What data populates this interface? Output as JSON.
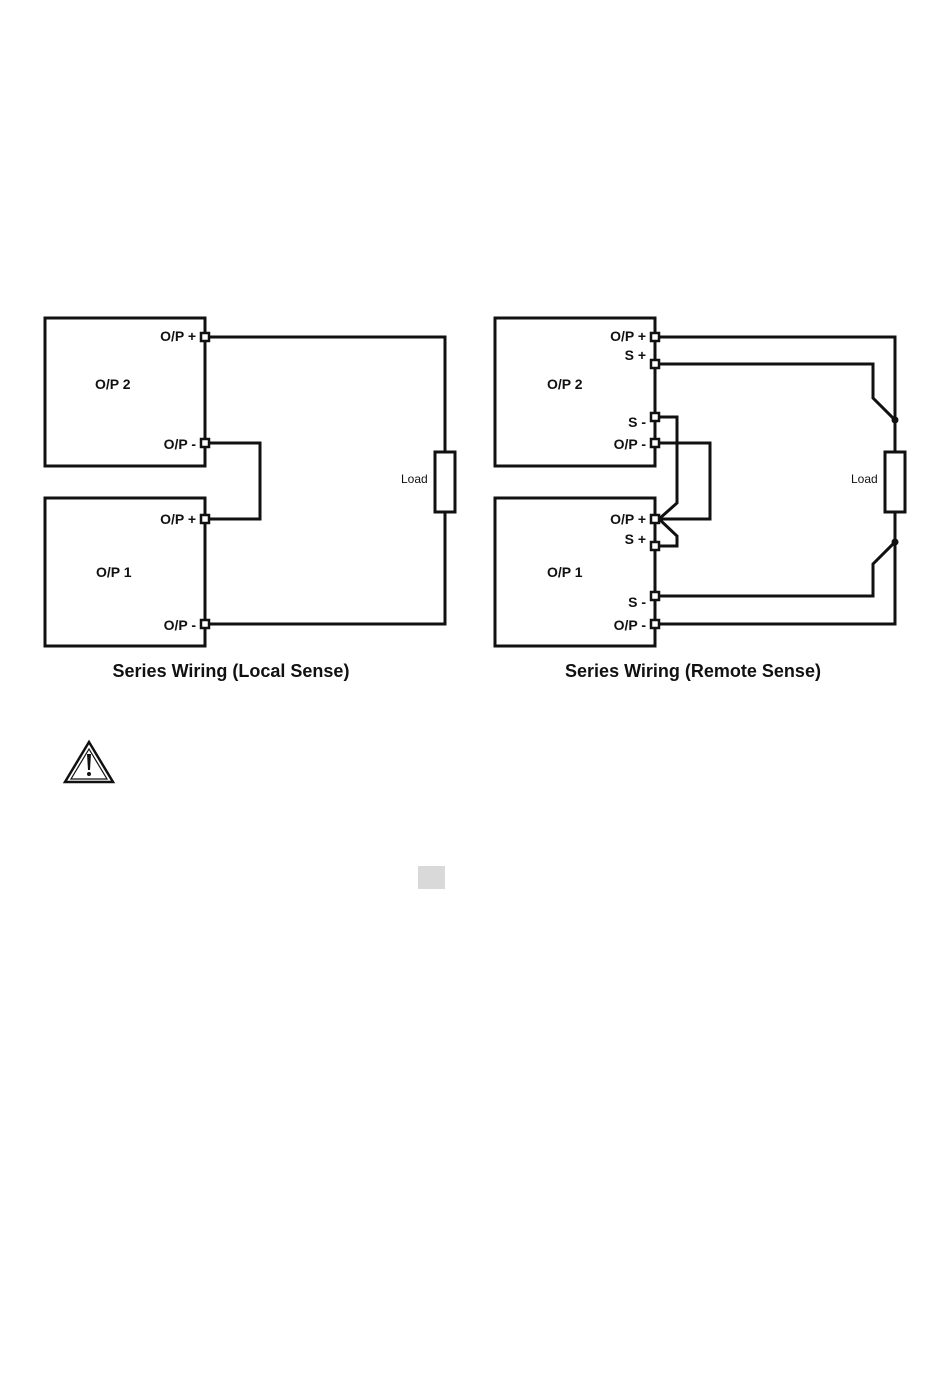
{
  "local_sense": {
    "caption": "Series Wiring (Local Sense)",
    "upper_block": "O/P 2",
    "lower_block": "O/P 1",
    "terminals": {
      "upper_pos": "O/P +",
      "upper_neg": "O/P -",
      "lower_pos": "O/P +",
      "lower_neg": "O/P -"
    },
    "load": "Load"
  },
  "remote_sense": {
    "caption": "Series Wiring (Remote Sense)",
    "upper_block": "O/P 2",
    "lower_block": "O/P 1",
    "terminals": {
      "upper_pos": "O/P +",
      "upper_sense_pos": "S +",
      "upper_sense_neg": "S -",
      "upper_neg": "O/P -",
      "lower_pos": "O/P +",
      "lower_sense_pos": "S +",
      "lower_sense_neg": "S -",
      "lower_neg": "O/P -"
    },
    "load": "Load"
  },
  "icons": {
    "warning": "warning-triangle-icon",
    "placeholder": "gray-square"
  },
  "colors": {
    "line": "#111111",
    "placeholder": "#d9d9d9"
  }
}
